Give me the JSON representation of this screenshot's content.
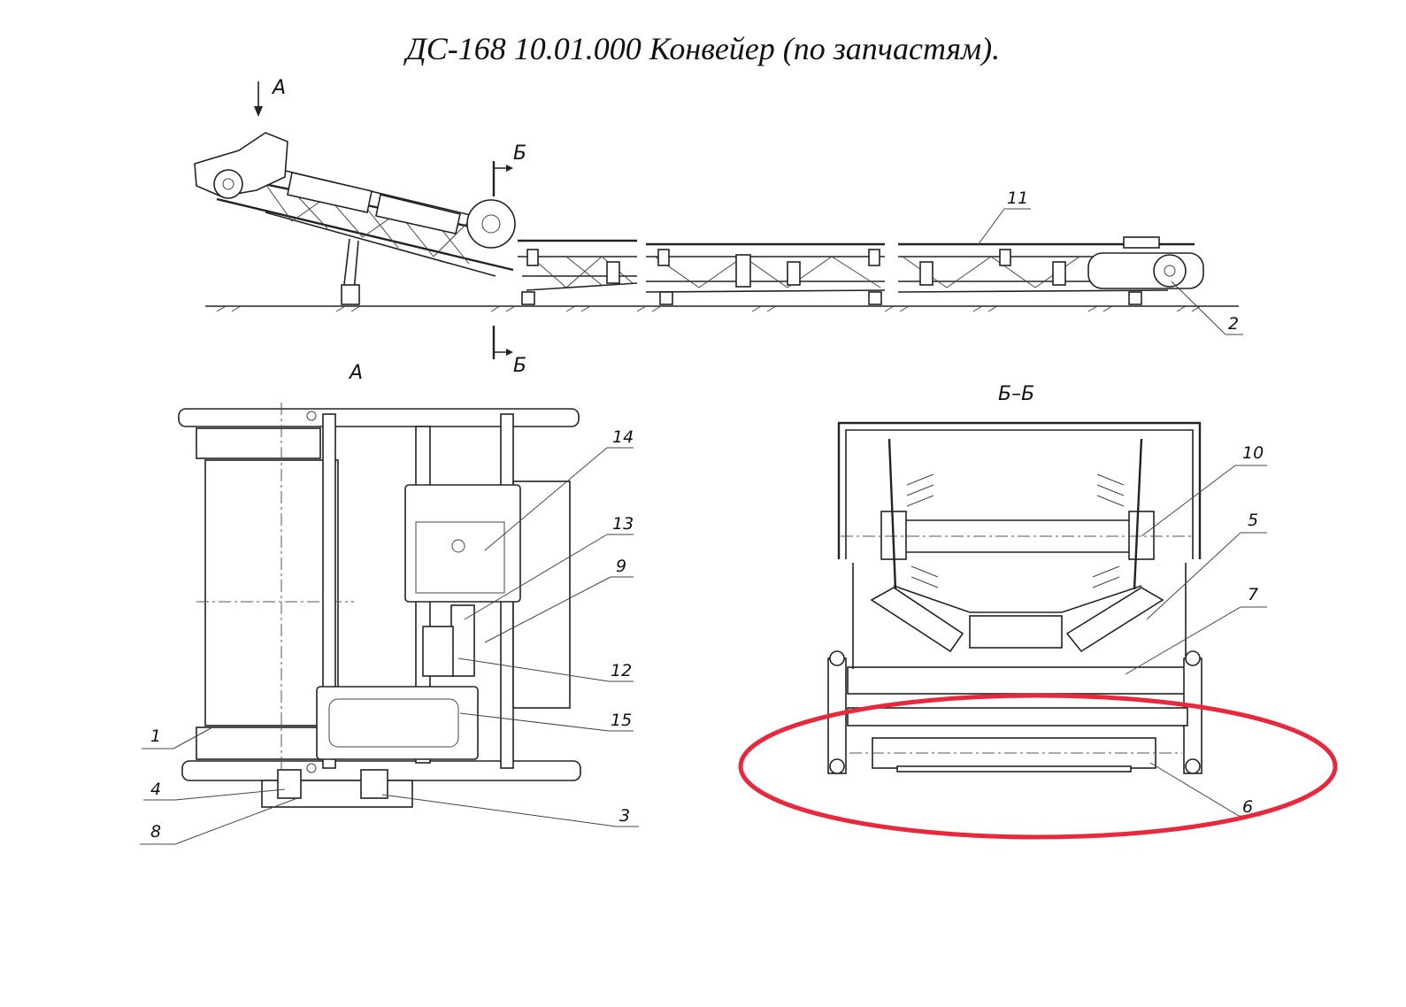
{
  "title": "ДС-168 10.01.000 Конвейер (по запчастям).",
  "view_labels": {
    "view_a_arrow": "А",
    "section_top": "Б",
    "section_bottom": "Б",
    "view_a_title": "А",
    "section_title": "Б–Б"
  },
  "callouts": {
    "p1": "1",
    "p2": "2",
    "p3": "3",
    "p4": "4",
    "p5": "5",
    "p6": "6",
    "p7": "7",
    "p8": "8",
    "p9": "9",
    "p10": "10",
    "p11": "11",
    "p12": "12",
    "p13": "13",
    "p14": "14",
    "p15": "15"
  },
  "highlight": {
    "color": "#e8283c",
    "target": "6"
  }
}
